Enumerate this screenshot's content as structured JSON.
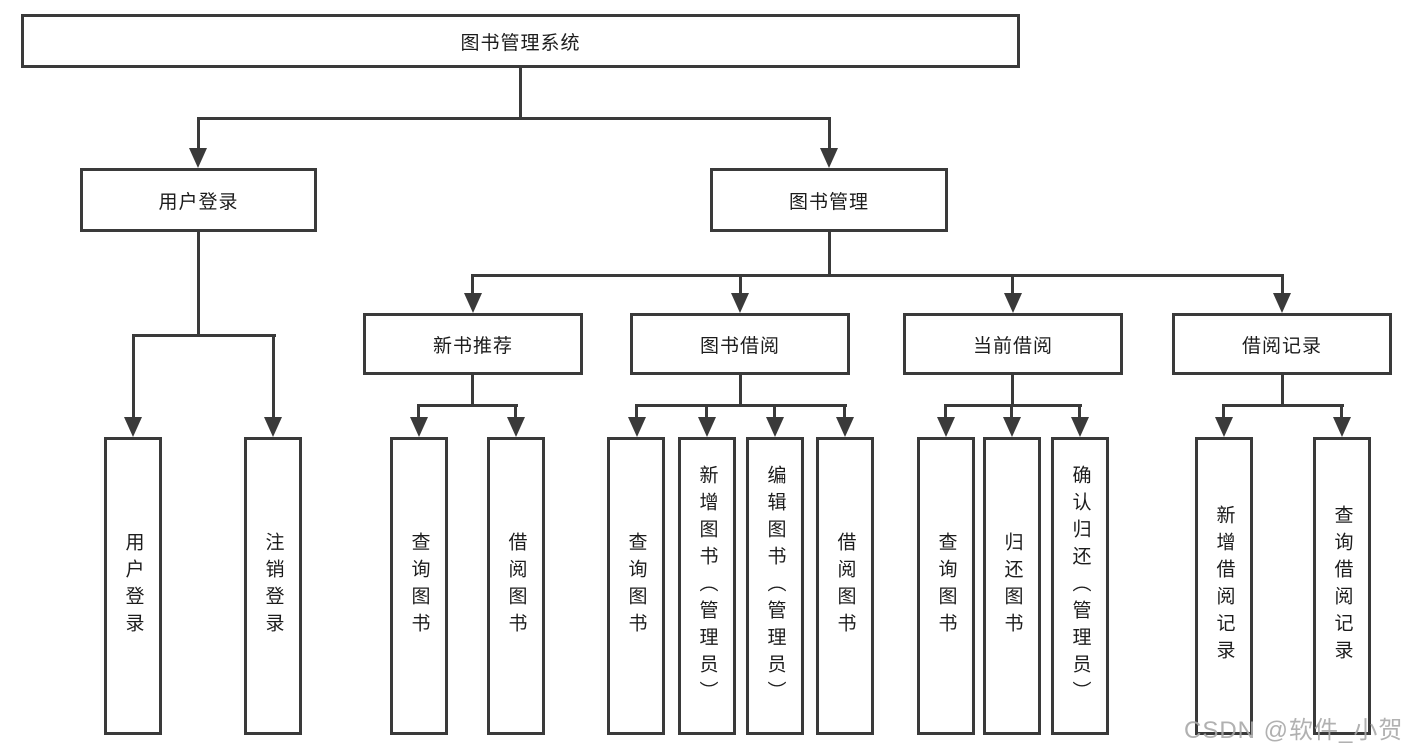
{
  "diagram": {
    "title_node_is_root": true,
    "root": {
      "label": "图书管理系统"
    },
    "level2": [
      {
        "label": "用户登录",
        "children": [
          {
            "label": "用户登录"
          },
          {
            "label": "注销登录"
          }
        ]
      },
      {
        "label": "图书管理",
        "groups": [
          {
            "label": "新书推荐",
            "children": [
              {
                "label": "查询图书"
              },
              {
                "label": "借阅图书"
              }
            ]
          },
          {
            "label": "图书借阅",
            "children": [
              {
                "label": "查询图书"
              },
              {
                "label": "新增图书（管理员）"
              },
              {
                "label": "编辑图书（管理员）"
              },
              {
                "label": "借阅图书"
              }
            ]
          },
          {
            "label": "当前借阅",
            "children": [
              {
                "label": "查询图书"
              },
              {
                "label": "归还图书"
              },
              {
                "label": "确认归还（管理员）"
              }
            ]
          },
          {
            "label": "借阅记录",
            "children": [
              {
                "label": "新增借阅记录"
              },
              {
                "label": "查询借阅记录"
              }
            ]
          }
        ]
      }
    ]
  },
  "watermark": {
    "text": "CSDN @软件_小贺同学"
  },
  "colors": {
    "line": "#3a3a3a",
    "text": "#1c1c1c",
    "box_background": "#ffffff",
    "watermark": "#a8a8a8"
  }
}
